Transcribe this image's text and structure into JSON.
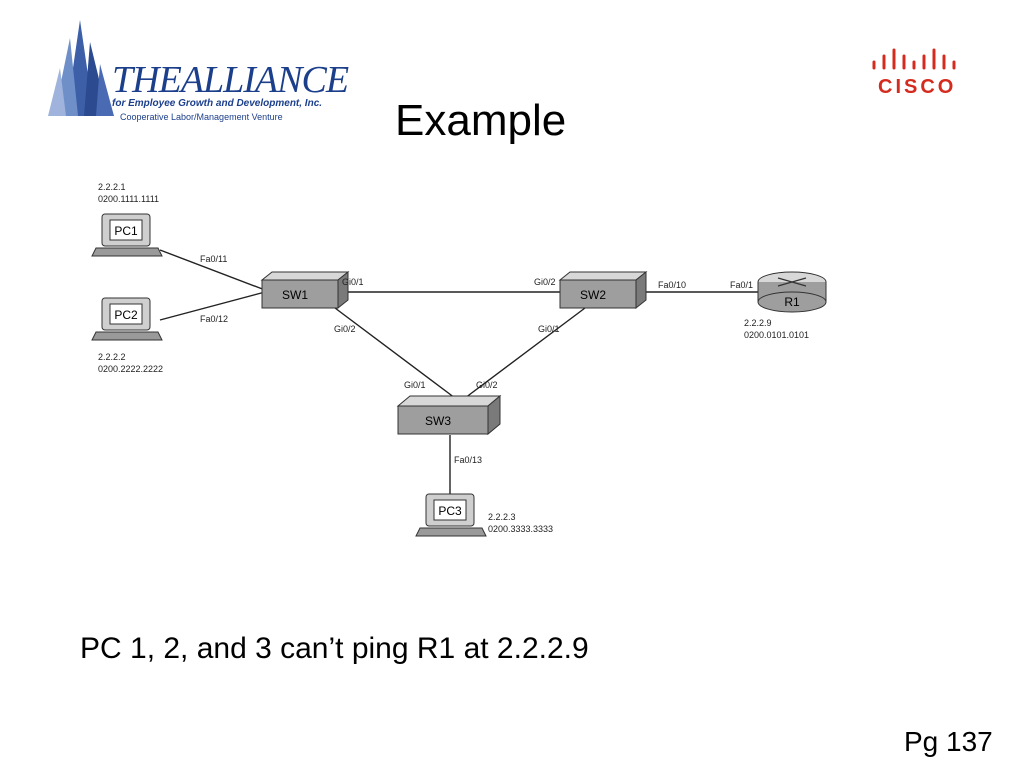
{
  "slide": {
    "title": "Example",
    "caption": "PC 1, 2, and 3 can’t ping R1 at 2.2.2.9",
    "page_number": "Pg 137"
  },
  "logos": {
    "alliance": {
      "name": "THEALLIANCE",
      "tagline": "for Employee Growth and Development, Inc.",
      "subtitle": "Cooperative Labor/Management Venture"
    },
    "cisco": {
      "name": "CISCO",
      "color": "#d52b1e"
    }
  },
  "diagram": {
    "devices": {
      "pc1": {
        "name": "PC1",
        "ip": "2.2.2.1",
        "mac": "0200.1111.1111"
      },
      "pc2": {
        "name": "PC2",
        "ip": "2.2.2.2",
        "mac": "0200.2222.2222"
      },
      "pc3": {
        "name": "PC3",
        "ip": "2.2.2.3",
        "mac": "0200.3333.3333"
      },
      "sw1": {
        "name": "SW1"
      },
      "sw2": {
        "name": "SW2"
      },
      "sw3": {
        "name": "SW3"
      },
      "r1": {
        "name": "R1",
        "ip": "2.2.2.9",
        "mac": "0200.0101.0101"
      }
    },
    "ports": {
      "pc1_sw1": "Fa0/11",
      "pc2_sw1": "Fa0/12",
      "sw1_sw2": "Gi0/1",
      "sw1_sw3": "Gi0/2",
      "sw2_sw1": "Gi0/2",
      "sw2_sw3": "Gi0/1",
      "sw2_r1": "Fa0/10",
      "r1_sw2": "Fa0/1",
      "sw3_sw1": "Gi0/1",
      "sw3_sw2": "Gi0/2",
      "sw3_pc3": "Fa0/13"
    }
  }
}
